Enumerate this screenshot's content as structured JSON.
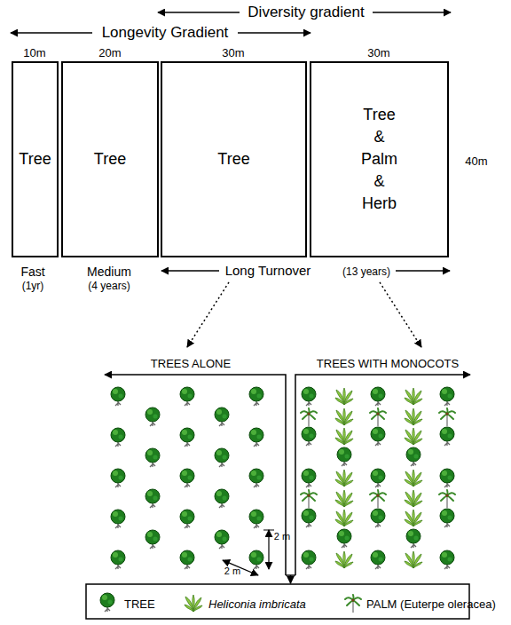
{
  "diagram": {
    "nodes": [
      {
        "text": [
          "Tree"
        ]
      },
      {
        "text": [
          "Tree"
        ]
      },
      {
        "text": [
          "Tree"
        ]
      },
      {
        "text": [
          "Tree & Palm & Herb"
        ]
      }
    ],
    "labels": [
      "Diversity gradient",
      "Longevity Gradient",
      "10m",
      "20m",
      "30m",
      "30m",
      "40m",
      "Fast",
      "(1yr)",
      "Medium",
      "(4 years)",
      "Long Turnover",
      "(13 years)",
      "TREES ALONE",
      "TREES WITH MONOCOTS",
      "2 m",
      "2 m"
    ],
    "legend": [
      {
        "text": "TREE"
      },
      {
        "text": "Heliconia imbricata"
      },
      {
        "text": "PALM (Euterpe oleracea)"
      }
    ]
  }
}
